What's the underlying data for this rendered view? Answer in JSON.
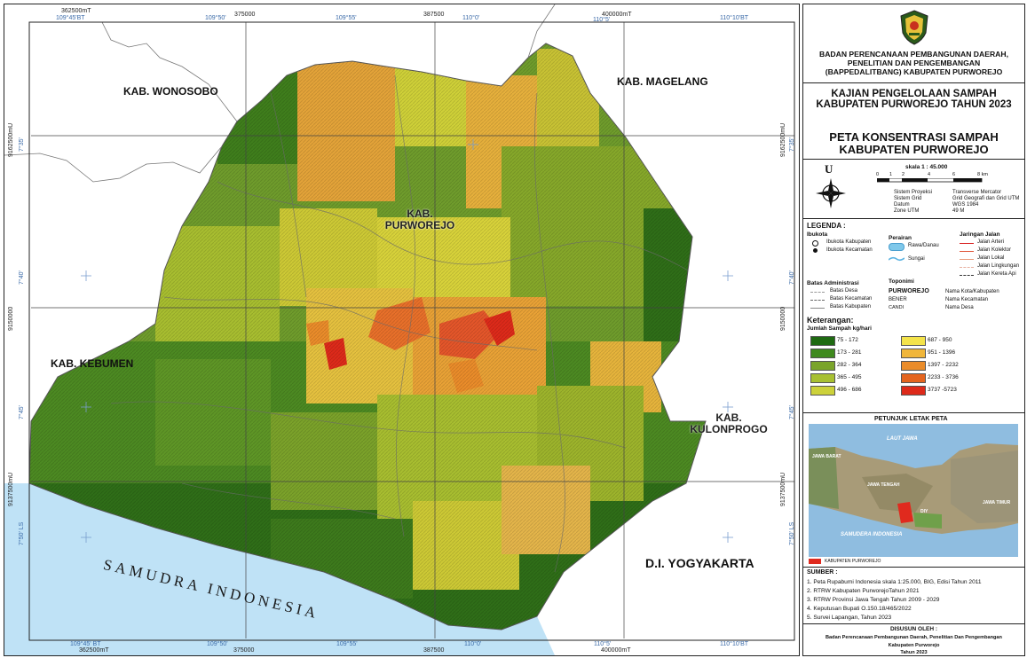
{
  "map": {
    "top_coords": [
      {
        "label": "362500mT",
        "blue": false
      },
      {
        "label": "109°45'BT",
        "blue": true
      },
      {
        "label": "109°50'",
        "blue": true
      },
      {
        "label": "375000",
        "blue": false
      },
      {
        "label": "109°55'",
        "blue": true
      },
      {
        "label": "387500",
        "blue": false
      },
      {
        "label": "110°0'",
        "blue": true
      },
      {
        "label": "400000mT",
        "blue": false
      },
      {
        "label": "110°5'",
        "blue": true
      },
      {
        "label": "110°10'BT",
        "blue": true
      }
    ],
    "bottom_coords": [
      {
        "label": "109°45' BT",
        "blue": true
      },
      {
        "label": "362500mT",
        "blue": false
      },
      {
        "label": "109°50'",
        "blue": true
      },
      {
        "label": "375000",
        "blue": false
      },
      {
        "label": "109°55'",
        "blue": true
      },
      {
        "label": "387500",
        "blue": false
      },
      {
        "label": "110°0'",
        "blue": true
      },
      {
        "label": "110°5'",
        "blue": true
      },
      {
        "label": "400000mT",
        "blue": false
      },
      {
        "label": "110°10'BT",
        "blue": true
      }
    ],
    "left_coords": [
      {
        "label": "9162500mU",
        "blue": false
      },
      {
        "label": "7°35'",
        "blue": true
      },
      {
        "label": "7°40'",
        "blue": true
      },
      {
        "label": "9150000",
        "blue": false
      },
      {
        "label": "7°45'",
        "blue": true
      },
      {
        "label": "9137500mU",
        "blue": false
      },
      {
        "label": "7°50' LS",
        "blue": true
      }
    ],
    "right_coords": [
      {
        "label": "9162500mU",
        "blue": false
      },
      {
        "label": "7°35'",
        "blue": true
      },
      {
        "label": "7°40'",
        "blue": true
      },
      {
        "label": "9150000",
        "blue": false
      },
      {
        "label": "7°45'",
        "blue": true
      },
      {
        "label": "9137500mU",
        "blue": false
      },
      {
        "label": "7°50' LS",
        "blue": true
      }
    ],
    "regions": {
      "wonosobo": "KAB. WONOSOBO",
      "magelang": "KAB. MAGELANG",
      "purworejo_line1": "KAB.",
      "purworejo_line2": "PURWOREJO",
      "kebumen": "KAB. KEBUMEN",
      "kulonprogo_line1": "KAB.",
      "kulonprogo_line2": "KULONPROGO",
      "yogyakarta": "D.I. YOGYAKARTA"
    },
    "sea_label": "SAMUDRA INDONESIA",
    "colors": {
      "sea": "#bfe2f6",
      "land_green": "#4f8a2a",
      "land_yellow": "#d6d23a",
      "land_orange": "#e39a32",
      "land_red": "#d8302a"
    }
  },
  "panel": {
    "agency_lines": [
      "BADAN PERENCANAAN PEMBANGUNAN DAERAH,",
      "PENELITIAN DAN PENGEMBANGAN",
      "(BAPPEDALITBANG) KABUPATEN PURWOREJO"
    ],
    "study_lines": [
      "KAJIAN PENGELOLAAN SAMPAH",
      "KABUPATEN PURWOREJO TAHUN 2023"
    ],
    "map_title_lines": [
      "PETA KONSENTRASI SAMPAH",
      "KABUPATEN PURWOREJO"
    ],
    "north": "U",
    "scale_label": "skala 1 : 45.000",
    "scale_ticks": [
      "0",
      "1",
      "2",
      "4",
      "6",
      "8 km"
    ],
    "projection": [
      {
        "key": "Sistem Proyeksi",
        "value": "Transverse Mercator"
      },
      {
        "key": "Sistem Grid",
        "value": "Grid Geografi dan Grid UTM"
      },
      {
        "key": "Datum",
        "value": "WGS 1984"
      },
      {
        "key": "Zone UTM",
        "value": "49 M"
      }
    ],
    "legend_title": "LEGENDA :",
    "ibukota_title": "Ibukota",
    "ibukota_items": [
      "Ibukota Kabupaten",
      "Ibukota Kecamatan"
    ],
    "perairan_title": "Perairan",
    "perairan_items": [
      "Rawa/Danau",
      "Sungai"
    ],
    "jalan_title": "Jaringan Jalan",
    "jalan_items": [
      {
        "label": "Jalan Arteri",
        "color": "#d81e1e"
      },
      {
        "label": "Jalan Kolektor",
        "color": "#e0563a"
      },
      {
        "label": "Jalan Lokal",
        "color": "#e89a7a"
      },
      {
        "label": "Jalan Lingkungan",
        "color": "#e8b0a0"
      },
      {
        "label": "Jalan Kereta Api",
        "color": "#333333"
      }
    ],
    "batas_title": "Batas Administrasi",
    "batas_items": [
      "Batas Desa",
      "Batas Kecamatan",
      "Batas Kabupaten"
    ],
    "toponimi_title": "Toponimi",
    "toponimi_items": [
      {
        "name": "PURWOREJO",
        "desc": "Nama Kota/Kabupaten"
      },
      {
        "name": "BENER",
        "desc": "Nama Kecamatan"
      },
      {
        "name": "CANDI",
        "desc": "Nama Desa"
      }
    ],
    "keterangan_title": "Keterangan:",
    "keterangan_sub": "Jumlah Sampah kg/hari",
    "classes": [
      {
        "range": "75 - 172",
        "color": "#1f6a12"
      },
      {
        "range": "173 - 281",
        "color": "#3f8a1e"
      },
      {
        "range": "282 - 364",
        "color": "#7aa42a"
      },
      {
        "range": "365 - 495",
        "color": "#a8c032"
      },
      {
        "range": "496 - 686",
        "color": "#ccd13a"
      },
      {
        "range": "687 - 950",
        "color": "#f4e34a"
      },
      {
        "range": "951 - 1396",
        "color": "#f0b63a"
      },
      {
        "range": "1397 - 2232",
        "color": "#ea8c2a"
      },
      {
        "range": "2233 - 3736",
        "color": "#e4641e"
      },
      {
        "range": "3737 -5723",
        "color": "#dd2a1a"
      }
    ],
    "inset_title": "PETUNJUK LETAK PETA",
    "inset_labels": {
      "north_sea": "LAUT JAWA",
      "west": "JAWA BARAT",
      "center": "JAWA TENGAH",
      "diy": "DIY",
      "east": "JAWA TIMUR",
      "south_sea": "SAMUDERA INDONESIA"
    },
    "inset_legend": "KABUPATEN PURWOREJO",
    "sumber_title": "SUMBER :",
    "sumber_items": [
      "1. Peta Rupabumi Indonesia skala 1:25.000, BIG, Edisi Tahun 2011",
      "2. RTRW Kabupaten PurworejoTahun 2021",
      "3. RTRW Provinsi Jawa Tengah Tahun 2009 - 2029",
      "4. Keputusan Bupati O.150.18/465/2022",
      "5. Survei Lapangan, Tahun 2023"
    ],
    "disusun_title": "DISUSUN OLEH :",
    "disusun_lines": [
      "Badan Perencanaan Pembangunan Daerah, Penelitian Dan Pengembangan",
      "Kabupaten Purworejo",
      "Tahun 2023"
    ]
  }
}
